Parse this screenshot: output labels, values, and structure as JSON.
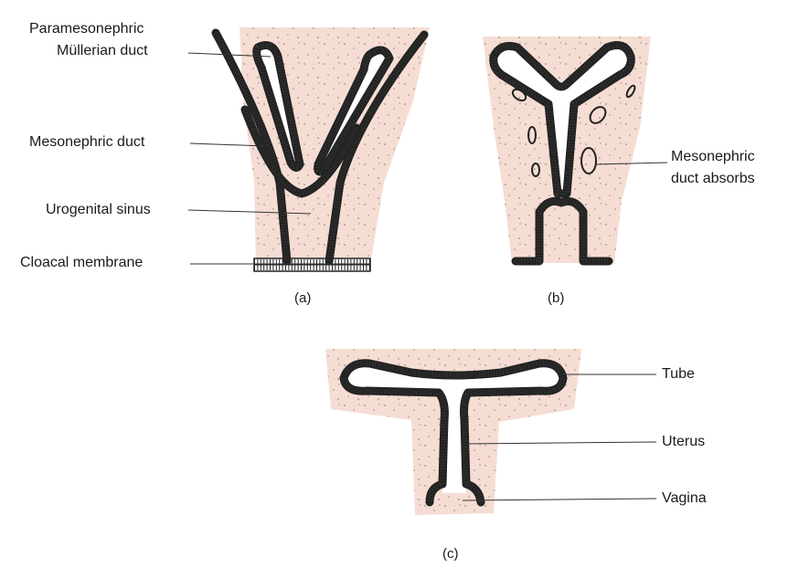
{
  "colors": {
    "tissue": "#f6ddd3",
    "stipple": "#9a8c86",
    "outline": "#222222"
  },
  "panel_a": {
    "caption": "(a)",
    "labels": {
      "paramesonephric_line1": "Paramesonephric",
      "paramesonephric_line2": "Müllerian duct",
      "mesonephric_duct": "Mesonephric duct",
      "urogenital_sinus": "Urogenital sinus",
      "cloacal_membrane": "Cloacal membrane"
    }
  },
  "panel_b": {
    "caption": "(b)",
    "labels": {
      "mesonephric_absorbs_line1": "Mesonephric",
      "mesonephric_absorbs_line2": "duct absorbs"
    }
  },
  "panel_c": {
    "caption": "(c)",
    "labels": {
      "tube": "Tube",
      "uterus": "Uterus",
      "vagina": "Vagina"
    }
  }
}
